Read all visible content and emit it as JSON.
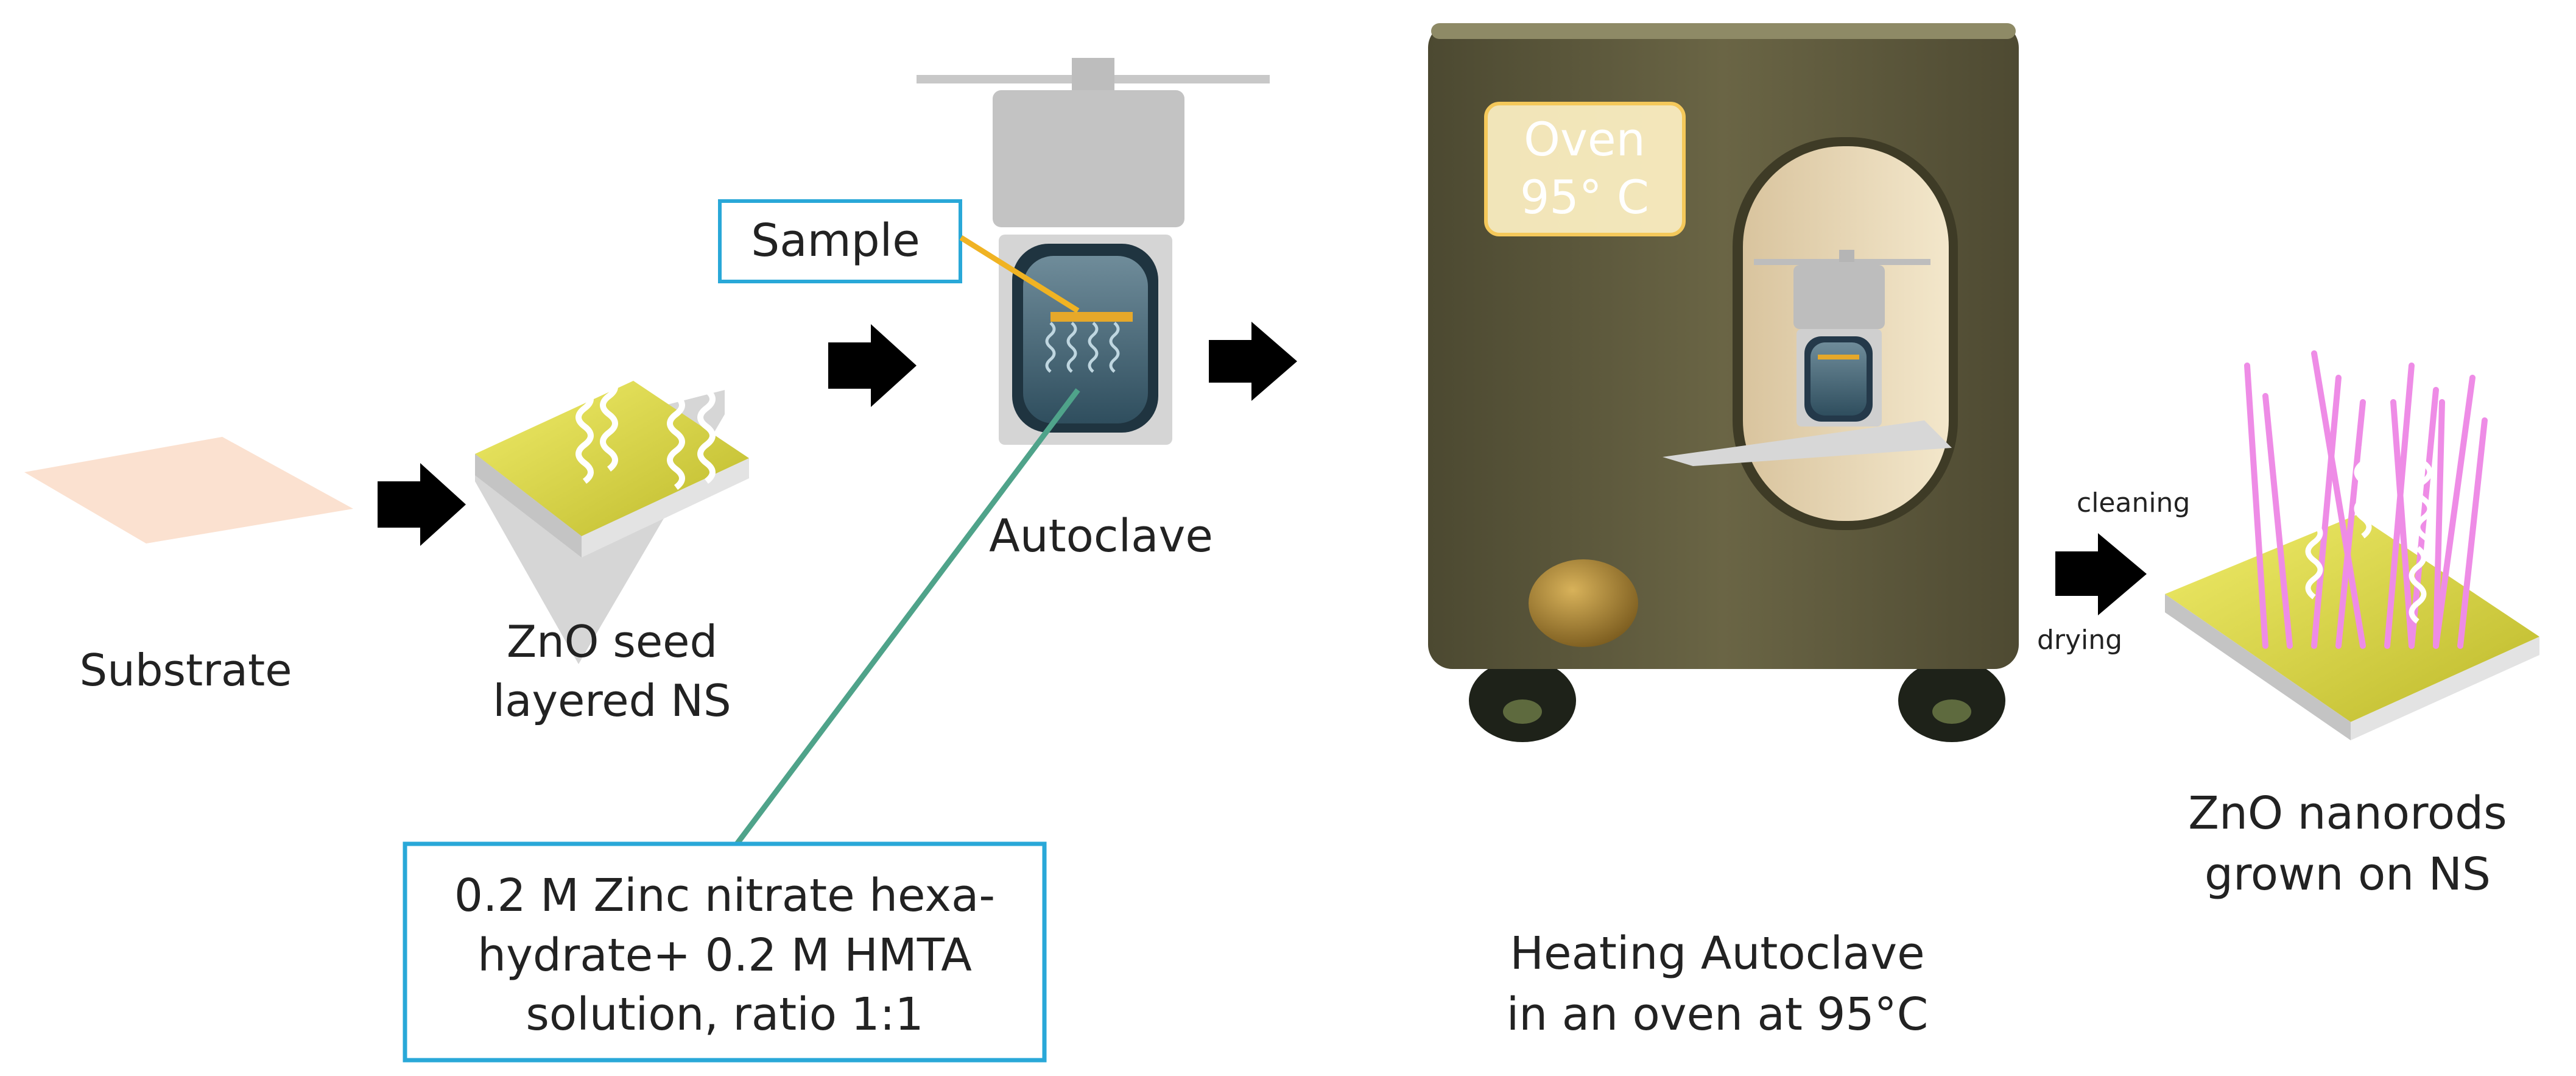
{
  "labels": {
    "substrate": "Substrate",
    "seed_line1": "ZnO seed",
    "seed_line2": "layered NS",
    "sample": "Sample",
    "autoclave": "Autoclave",
    "solution_line1": "0.2 M Zinc nitrate hexa-",
    "solution_line2": "hydrate+ 0.2 M HMTA",
    "solution_line3": "solution, ratio 1:1",
    "oven_line1": "Oven",
    "oven_line2": "95° C",
    "heating_line1": "Heating Autoclave",
    "heating_line2": "in an oven at 95°C",
    "cleaning": "cleaning",
    "drying": "drying",
    "nanorods_line1": "ZnO nanorods",
    "nanorods_line2": "grown on NS"
  },
  "colors": {
    "substrate": "#FBE1D0",
    "seed_layer": "#D9D63A",
    "platform_edge": "#C9C9C9",
    "oven_body": "#5E5A3C",
    "oven_label_fill": "#FFF2C4",
    "oven_label_border": "#F4C85A",
    "label_border": "#29A8D8",
    "sample_pointer": "#F0B323",
    "solution_pointer": "#4FA38A",
    "nanorods": "#EE8CE6",
    "arrow": "#000000"
  }
}
